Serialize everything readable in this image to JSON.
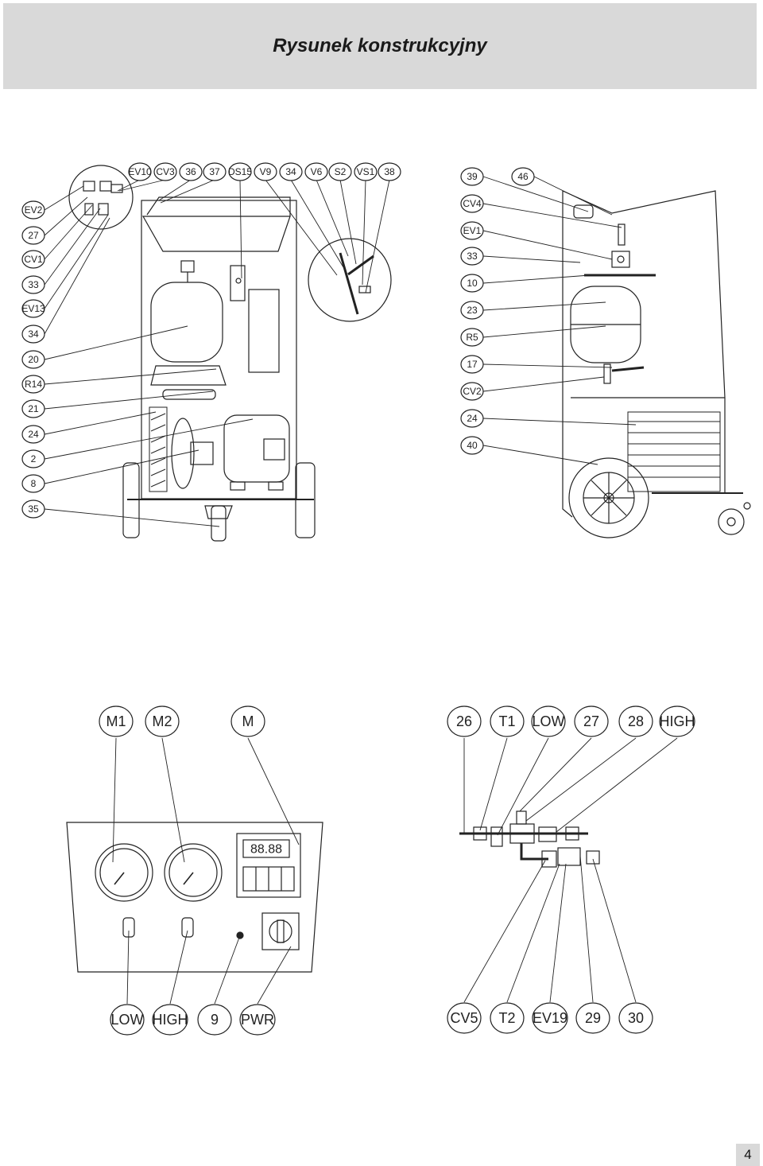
{
  "header": {
    "title": "Rysunek konstrukcyjny"
  },
  "page_number": "4",
  "front_view": {
    "top_labels": [
      "EV10",
      "CV3",
      "36",
      "37",
      "DS15",
      "V9",
      "34",
      "V6",
      "S2",
      "VS1",
      "38"
    ],
    "left_labels": [
      "EV2",
      "27",
      "CV1",
      "33",
      "EV13",
      "34",
      "20",
      "R14",
      "21",
      "24",
      "2",
      "8",
      "35"
    ]
  },
  "side_view": {
    "labels": [
      "39",
      "46",
      "CV4",
      "EV1",
      "33",
      "10",
      "23",
      "R5",
      "17",
      "CV2",
      "24",
      "40"
    ]
  },
  "panel_view": {
    "top_labels": [
      "M1",
      "M2",
      "M"
    ],
    "bottom_labels": [
      "LOW",
      "HIGH",
      "9",
      "PWR"
    ],
    "display_value": "88.88"
  },
  "manifold_view": {
    "top_labels": [
      "26",
      "T1",
      "LOW",
      "27",
      "28",
      "HIGH"
    ],
    "bottom_labels": [
      "CV5",
      "T2",
      "EV19",
      "29",
      "30"
    ]
  }
}
